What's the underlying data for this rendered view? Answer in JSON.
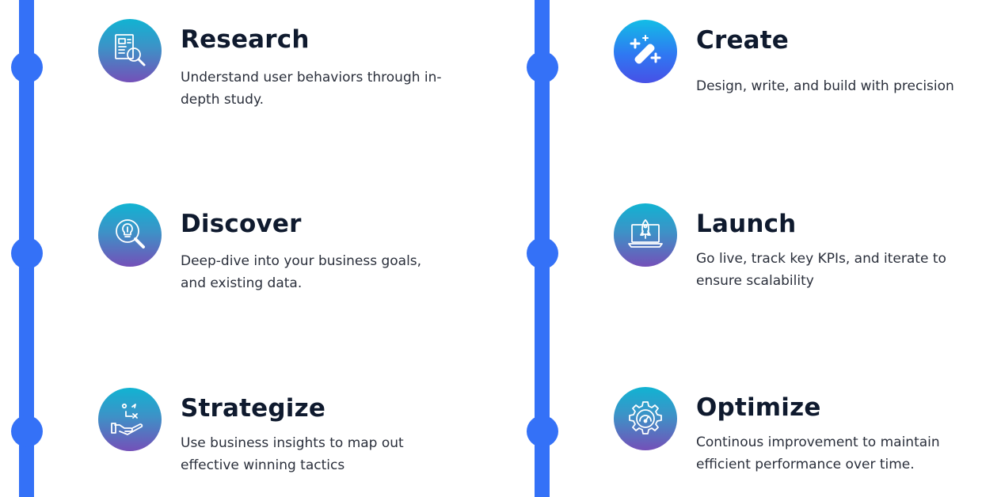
{
  "colors": {
    "accent": "#3471f7",
    "heading": "#0f1a2e",
    "text": "#2a2f3b",
    "icon_gradient_teal": [
      "#11b3d2",
      "#7450b8"
    ],
    "icon_gradient_blue": [
      "#12bde6",
      "#4750e6"
    ]
  },
  "left_column": [
    {
      "icon": "research-document-search-icon",
      "title": "Research",
      "description": "Understand user behaviors through in-depth study."
    },
    {
      "icon": "lightbulb-search-icon",
      "title": "Discover",
      "description": "Deep-dive into your business goals, and existing data."
    },
    {
      "icon": "hand-strategy-icon",
      "title": "Strategize",
      "description": "Use business insights to map out effective winning tactics"
    }
  ],
  "right_column": [
    {
      "icon": "magic-wand-icon",
      "title": "Create",
      "description": "Design, write, and build with precision"
    },
    {
      "icon": "laptop-rocket-icon",
      "title": "Launch",
      "description": "Go live, track key KPIs, and iterate to ensure scalability"
    },
    {
      "icon": "gear-speedometer-icon",
      "title": "Optimize",
      "description": "Continous improvement to maintain efficient performance over time."
    }
  ]
}
